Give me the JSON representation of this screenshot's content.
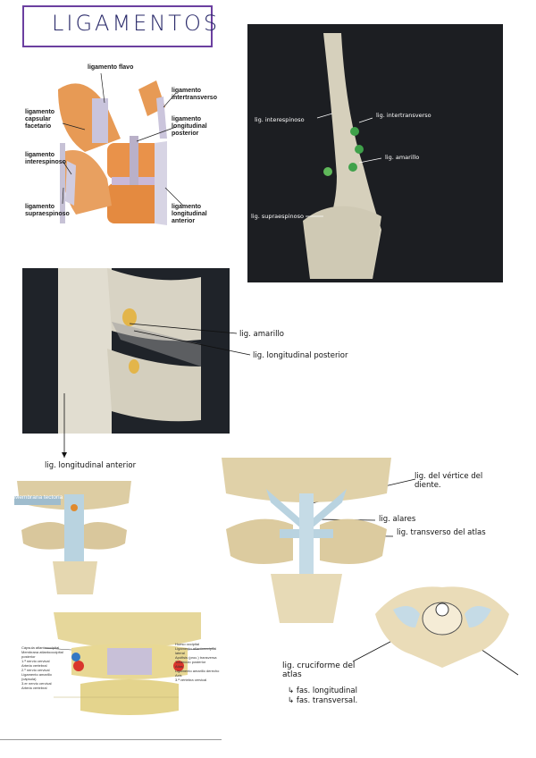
{
  "title": "LIGAMENTOS",
  "figure1": {
    "labels": {
      "flavo": "ligamento flavo",
      "intertransverso": "ligamento intertransverso",
      "capsular": "ligamento capsular facetario",
      "long_post": "ligamento longitudinal posterior",
      "interespinoso": "ligamento interespinoso",
      "supraespinoso": "ligamento supraespinoso",
      "long_ant": "ligamento longitudinal anterior"
    }
  },
  "figure2": {
    "labels": {
      "interespinoso": "lig. interespinoso",
      "intertransverso": "lig. intertransverso",
      "amarillo": "lig. amarillo",
      "supraespinoso": "lig. supraespinoso"
    }
  },
  "figure3": {
    "labels": {
      "amarillo": "lig. amarillo",
      "long_post": "lig. longitudinal posterior",
      "long_ant": "lig. longitudinal anterior"
    }
  },
  "figure4": {
    "membrana": "Membrana tectoria"
  },
  "figure5": {
    "labels": {
      "vertice": "lig. del vértice del diente.",
      "alares": "lig. alares",
      "transverso": "lig. transverso del atlas"
    }
  },
  "figure6": {
    "labels": {
      "cruciforme": "lig. cruciforme del atlas",
      "fas_long": "fas. longitudinal",
      "fas_trans": "fas. transversal."
    }
  },
  "figure7": {
    "left_labels": [
      "Cápsula atlantooccipital",
      "Membrana atlantooccipital posterior",
      "1.ª nervio cervical",
      "Arteria vertebral",
      "2.º nervio cervical",
      "Ligamento amarillo (cápsula)",
      "3.er nervio cervical",
      "Arteria vertebral"
    ],
    "right_labels": [
      "Hueso occipital",
      "Ligamento atlantooccipital lateral",
      "Apófisis (proc.) transversa",
      "Tubérculo posterior",
      "Atlas",
      "Ligamento amarillo derecho",
      "Axis",
      "3.ª vértebra cervical"
    ]
  },
  "colors": {
    "bone": "#e8d9b0",
    "ligament": "#b9d3e0",
    "dark_bg": "#1d1f24",
    "title_border": "#6b3fa0"
  }
}
